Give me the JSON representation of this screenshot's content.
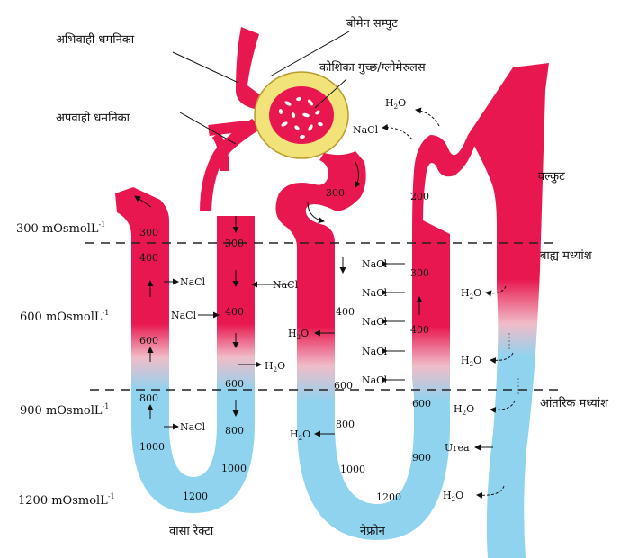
{
  "colors": {
    "red": "#e8174f",
    "blue": "#8fd3ef",
    "yellow": "#f2e27a",
    "capsule_edge": "#b99b2a",
    "text": "#111111"
  },
  "osmolarity_levels": {
    "l300": "300 mOsmolL",
    "l600": "600 mOsmolL",
    "l900": "900 mOsmolL",
    "l1200": "1200 mOsmolL",
    "sup": "-1"
  },
  "labels": {
    "afferent": "अभिवाही धमनिका",
    "efferent": "अपवाही धमनिका",
    "bowman": "बोमेन सम्पुट",
    "glomerulus": "कोशिका गुच्छ/ग्लोमेरुलस",
    "cortex": "वल्कुट",
    "outer_medulla": "बाह्य मध्यांश",
    "inner_medulla": "आंतरिक मध्यांश",
    "vasa_recta": "वासा रेक्टा",
    "nephron": "नेफ्रोन"
  },
  "vasa_recta_values": {
    "left": [
      "300",
      "400",
      "600",
      "800",
      "1000"
    ],
    "bottom": "1200",
    "right": [
      "300",
      "400",
      "600",
      "800",
      "1000"
    ]
  },
  "nephron_values": {
    "pct": "300",
    "desc": [
      "400",
      "600",
      "800",
      "1000"
    ],
    "bottom": "1200",
    "asc": [
      "300",
      "400",
      "600",
      "900"
    ],
    "dct": "200"
  },
  "molecules": {
    "nacl": "NaCl",
    "h2o_h": "H",
    "h2o_2": "2",
    "h2o_o": "O",
    "urea": "Urea"
  }
}
